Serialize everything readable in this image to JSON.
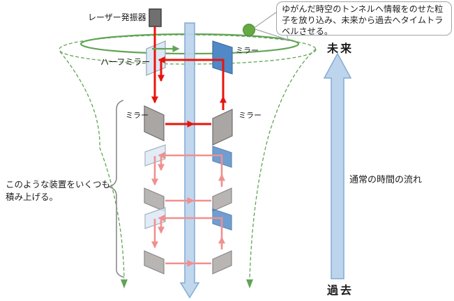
{
  "diagram": {
    "laser_label": "レーザー発振器",
    "half_mirror_label": "ハーフミラー",
    "mirror_label": "ミラー",
    "future_label": "未来",
    "past_label": "過去",
    "time_flow_label": "通常の時間の流れ",
    "stack_note_line1": "このような装置をいくつも",
    "stack_note_line2": "積み上げる。",
    "callout_text": "ゆがんだ時空のトンネルへ情報をのせた粒子を放り込み、未来から過去へタイムトラベルさせる。"
  },
  "colors": {
    "laser_red": "#e8140c",
    "beam_pink": "#f0908f",
    "ring_green": "#62a455",
    "ball_green": "#66a942",
    "column_fill": "#bdd5ec",
    "column_stroke": "#82aad3",
    "mirror_gray_fill": "#a9a6a3",
    "mirror_gray_stroke": "#6f6f6f",
    "half_mirror_fill": "#dce8f5",
    "half_mirror_stroke": "#94a3b0",
    "blue_mirror_fill": "#5189c6",
    "blue_mirror_stroke": "#3c6ea8",
    "laser_box_fill": "#707070",
    "laser_box_stroke": "#3f3f3f",
    "brace_gray": "#8a8a8a",
    "callout_border": "#a0a4a8",
    "text_dark": "#1a1a1a"
  }
}
